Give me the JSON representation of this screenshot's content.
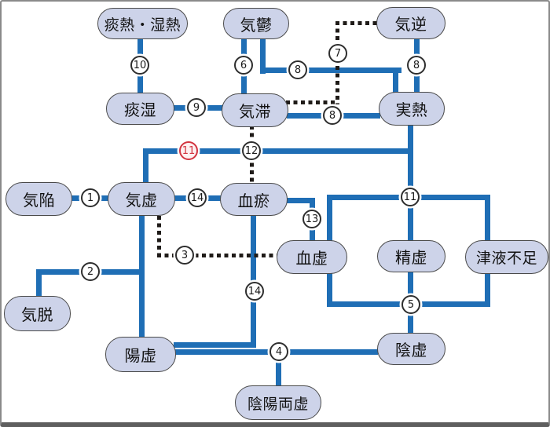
{
  "diagram": {
    "kind": "kampo-pattern-relationship-flowchart",
    "colors": {
      "line_blue": "#1f6eb5",
      "dotted_black": "#1f1b18",
      "node_fill": "#cdd3e9",
      "node_border": "#4a4a4a",
      "badge_border": "#2e2e2e",
      "badge_red": "#d2333f",
      "frame_border": "#8a8a8a",
      "frame_bottom": "#5e5e5e",
      "background": "#ffffff"
    },
    "nodes": [
      {
        "id": "tannetsu-shitsunetsu",
        "label": "痰熱・湿熱"
      },
      {
        "id": "kiutsu",
        "label": "気鬱"
      },
      {
        "id": "kigyaku",
        "label": "気逆"
      },
      {
        "id": "tanshitsu",
        "label": "痰湿"
      },
      {
        "id": "kitai",
        "label": "気滞"
      },
      {
        "id": "jitsunetsu",
        "label": "実熱"
      },
      {
        "id": "kikan",
        "label": "気陥"
      },
      {
        "id": "kikyo",
        "label": "気虚"
      },
      {
        "id": "ketsuo",
        "label": "血瘀"
      },
      {
        "id": "kekkyo",
        "label": "血虚"
      },
      {
        "id": "seikyo",
        "label": "精虚"
      },
      {
        "id": "shineki-fusoku",
        "label": "津液不足"
      },
      {
        "id": "kidatsu",
        "label": "気脱"
      },
      {
        "id": "yokyo",
        "label": "陽虚"
      },
      {
        "id": "inkyo",
        "label": "陰虚"
      },
      {
        "id": "inyo-ryokyo",
        "label": "陰陽両虚"
      }
    ],
    "badges": [
      {
        "num": "1"
      },
      {
        "num": "2"
      },
      {
        "num": "3"
      },
      {
        "num": "4"
      },
      {
        "num": "5"
      },
      {
        "num": "6"
      },
      {
        "num": "7"
      },
      {
        "num": "8"
      },
      {
        "num": "8"
      },
      {
        "num": "8"
      },
      {
        "num": "9"
      },
      {
        "num": "10"
      },
      {
        "num": "11",
        "highlight": "red"
      },
      {
        "num": "11"
      },
      {
        "num": "12"
      },
      {
        "num": "13"
      },
      {
        "num": "14"
      },
      {
        "num": "14"
      }
    ],
    "edges": [
      {
        "number": "10",
        "from": "痰熱・湿熱",
        "to": "痰湿",
        "style": "solid"
      },
      {
        "number": "9",
        "from": "痰湿",
        "to": "気滞",
        "style": "solid"
      },
      {
        "number": "6",
        "from": "気鬱",
        "to": "気滞",
        "style": "solid"
      },
      {
        "number": "8",
        "from": "気鬱",
        "to": "実熱",
        "style": "solid"
      },
      {
        "number": "8",
        "from": "気逆",
        "to": "実熱",
        "style": "solid"
      },
      {
        "number": "8",
        "from": "気滞",
        "to": "実熱",
        "style": "solid"
      },
      {
        "number": "7",
        "from": "気逆",
        "to": "気滞",
        "style": "dotted"
      },
      {
        "number": "12",
        "from": "気滞",
        "to": "血瘀",
        "style": "dotted"
      },
      {
        "number": "11",
        "from": "気虚",
        "to": "実熱",
        "style": "solid",
        "note": "badge on this segment is red"
      },
      {
        "number": "11",
        "from": "実熱",
        "to": "血虚・精虚・津液不足",
        "style": "solid"
      },
      {
        "number": "1",
        "from": "気陥",
        "to": "気虚",
        "style": "solid"
      },
      {
        "number": "14",
        "from": "気虚",
        "to": "血瘀",
        "style": "solid"
      },
      {
        "number": "2",
        "from": "気虚",
        "to": "気脱",
        "style": "solid"
      },
      {
        "number": "",
        "from": "気虚",
        "to": "陽虚",
        "style": "solid"
      },
      {
        "number": "3",
        "from": "気虚",
        "to": "血虚",
        "style": "dotted"
      },
      {
        "number": "13",
        "from": "血瘀",
        "to": "血虚",
        "style": "solid"
      },
      {
        "number": "14",
        "from": "血瘀",
        "to": "陽虚",
        "style": "solid"
      },
      {
        "number": "5",
        "from": "血虚・精虚・津液不足",
        "to": "陰虚",
        "style": "solid"
      },
      {
        "number": "4",
        "from": "陽虚・陰虚",
        "to": "陰陽両虚",
        "style": "solid"
      }
    ]
  }
}
